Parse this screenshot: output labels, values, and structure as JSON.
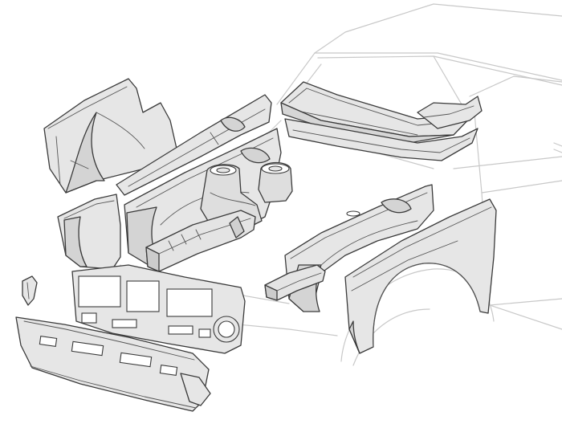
{
  "figure": {
    "subject": "car-front-body-panels-exploded",
    "colors": {
      "background": "#ffffff",
      "panel_fill": "#e6e6e6",
      "panel_shade": "#d2d2d2",
      "outline": "#3a3a3a",
      "ghost_outline": "#c8c8c8",
      "cutout_fill": "#ffffff"
    },
    "parts": [
      "wheelhouse-left",
      "upper-rail-left",
      "inner-fender-apron-left",
      "front-frame-rail-left",
      "shock-tower-right",
      "windshield-cowl-panel",
      "cowl-lower-panel",
      "inner-fender-apron-right",
      "front-fender-right",
      "radiator-support-panel",
      "front-valance-panel",
      "corner-bracket",
      "front-side-panel-left"
    ]
  }
}
